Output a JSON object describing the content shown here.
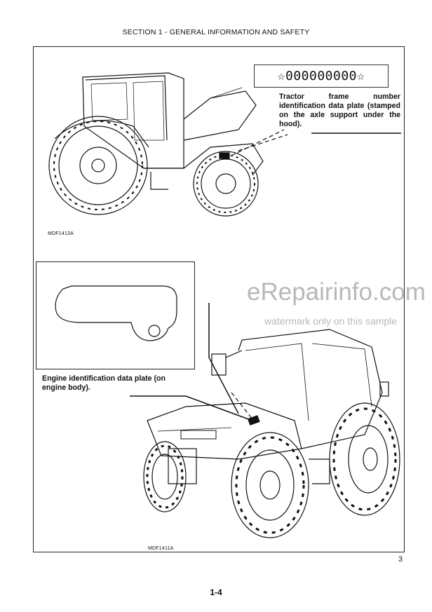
{
  "header": {
    "section_title": "SECTION 1 - GENERAL INFORMATION AND SAFETY"
  },
  "top_figure": {
    "serial_placeholder": "☆000000000☆",
    "caption": "Tractor frame number identification data plate (stamped on the axle support under the hood).",
    "figure_code": "MDF1413A"
  },
  "bottom_figure": {
    "caption": "Engine identification data plate (on engine body).",
    "figure_code": "MDF1411A"
  },
  "watermark": {
    "site": "eRepairinfo.com",
    "note": "watermark only on this sample"
  },
  "page_number": "3",
  "footer": {
    "page_label": "1-4"
  }
}
